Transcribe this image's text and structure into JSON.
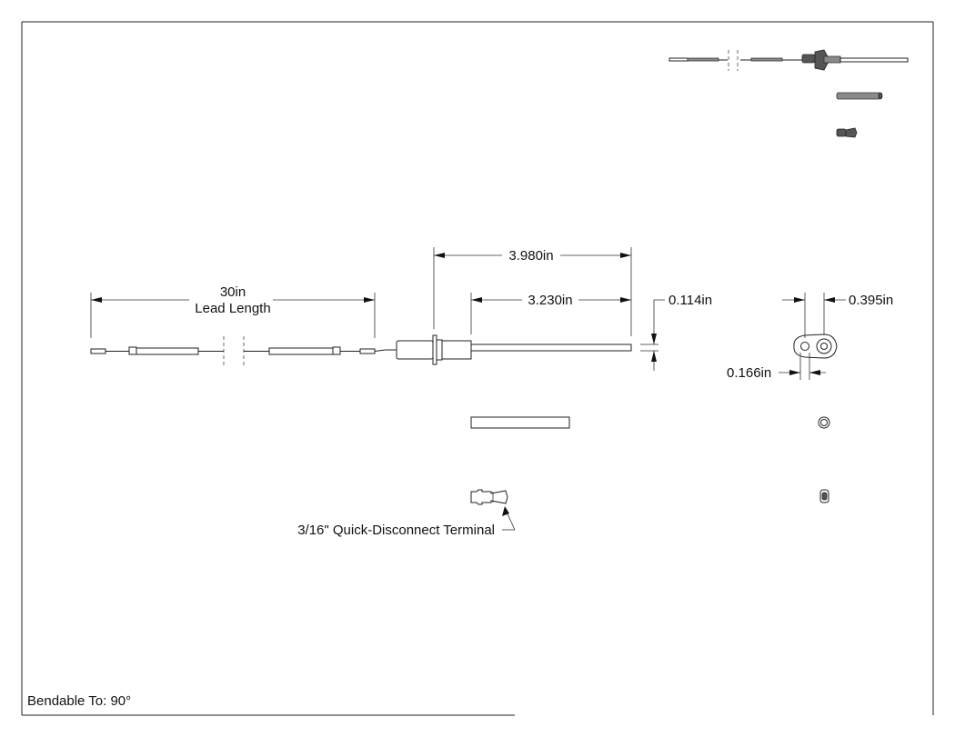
{
  "dimensions": {
    "lead_length_value": "30in",
    "lead_length_caption": "Lead Length",
    "overall_length": "3.980in",
    "rod_length": "3.230in",
    "rod_diameter": "0.114in",
    "flange_hole_spacing": "0.395in",
    "flange_hole_diameter": "0.166in"
  },
  "callouts": {
    "terminal": "3/16\" Quick-Disconnect Terminal"
  },
  "notes": {
    "bend_note": "Bendable To: 90°"
  }
}
